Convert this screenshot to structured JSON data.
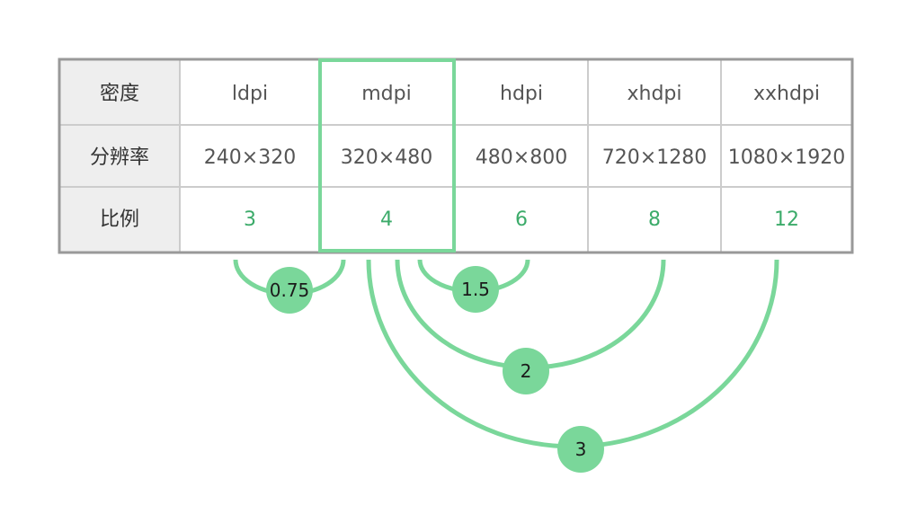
{
  "table": {
    "row_headers": [
      "密度",
      "分辨率",
      "比例"
    ],
    "densities": [
      "ldpi",
      "mdpi",
      "hdpi",
      "xhdpi",
      "xxhdpi"
    ],
    "resolutions": [
      "240×320",
      "320×480",
      "480×800",
      "720×1280",
      "1080×1920"
    ],
    "ratios": [
      "3",
      "4",
      "6",
      "8",
      "12"
    ],
    "highlighted_column": "mdpi"
  },
  "relations": [
    {
      "from": "ldpi",
      "to": "mdpi",
      "factor": "0.75"
    },
    {
      "from": "mdpi",
      "to": "hdpi",
      "factor": "1.5"
    },
    {
      "from": "mdpi",
      "to": "xhdpi",
      "factor": "2"
    },
    {
      "from": "mdpi",
      "to": "xxhdpi",
      "factor": "3"
    }
  ],
  "colors": {
    "accent_green": "#7ad79a",
    "ratio_text": "#3cab6a",
    "header_bg": "#eeeeee",
    "grid": "#cccccc",
    "border": "#999999"
  }
}
